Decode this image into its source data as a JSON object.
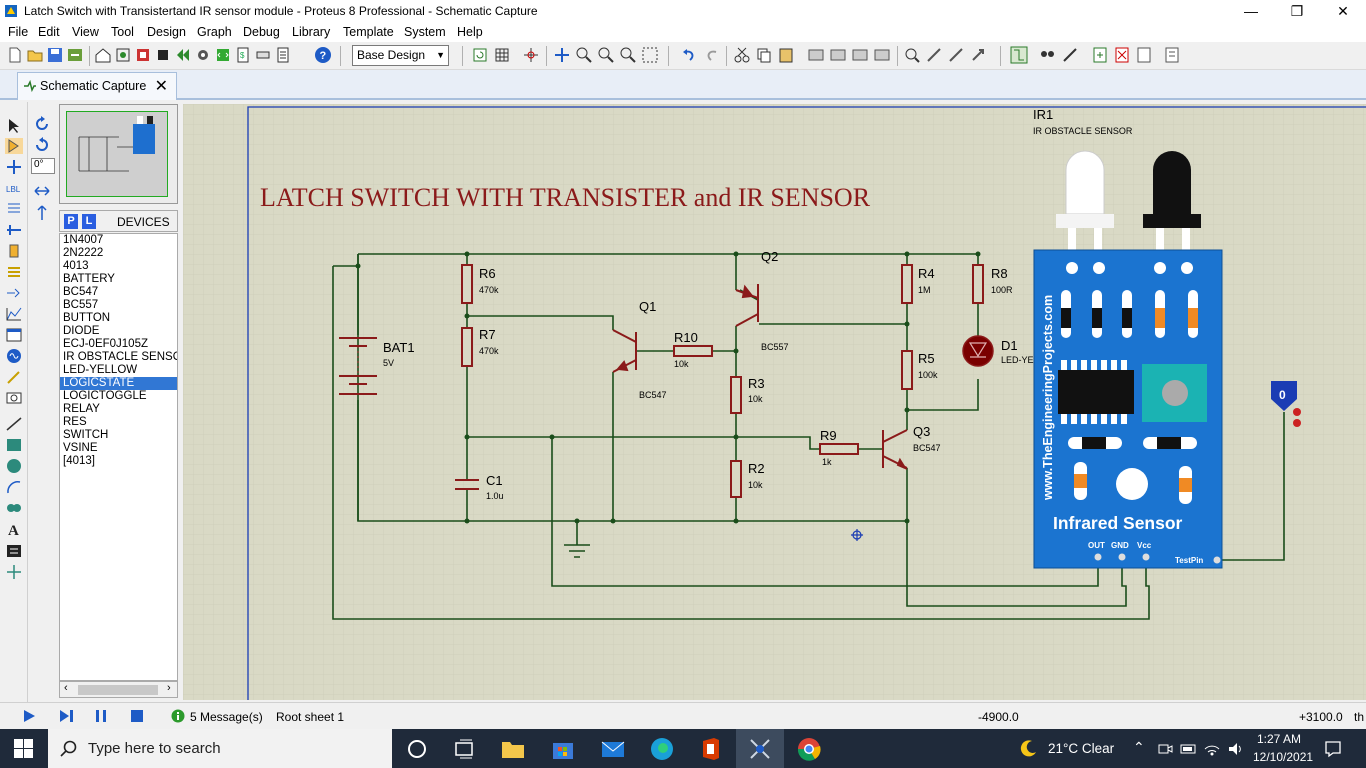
{
  "window": {
    "title": "Latch Switch with Transistertand IR sensor module - Proteus 8 Professional - Schematic Capture",
    "minimize": "—",
    "restore": "❐",
    "close": "✕"
  },
  "menu": [
    "File",
    "Edit",
    "View",
    "Tool",
    "Design",
    "Graph",
    "Debug",
    "Library",
    "Template",
    "System",
    "Help"
  ],
  "toolbar": {
    "design_select": "Base Design"
  },
  "tab": {
    "label": "Schematic Capture",
    "close": "✕"
  },
  "left_panel": {
    "rotation_value": "0°",
    "devices_title": "DEVICES",
    "p_button": "P",
    "l_button": "L",
    "devices": [
      "1N4007",
      "2N2222",
      "4013",
      "BATTERY",
      "BC547",
      "BC557",
      "BUTTON",
      "DIODE",
      "ECJ-0EF0J105Z",
      "IR OBSTACLE SENSOR",
      "LED-YELLOW",
      "LOGICSTATE",
      "LOGICTOGGLE",
      "RELAY",
      "RES",
      "SWITCH",
      "VSINE",
      "[4013]"
    ],
    "selected_device": "LOGICSTATE"
  },
  "schematic": {
    "title": "LATCH SWITCH WITH TRANSISTER and IR SENSOR",
    "bat": {
      "ref": "BAT1",
      "value": "5V"
    },
    "r6": {
      "ref": "R6",
      "value": "470k"
    },
    "r7": {
      "ref": "R7",
      "value": "470k"
    },
    "q1": {
      "ref": "Q1",
      "value": "BC547"
    },
    "r10": {
      "ref": "R10",
      "value": "10k"
    },
    "q2": {
      "ref": "Q2",
      "value": "BC557"
    },
    "r3": {
      "ref": "R3",
      "value": "10k"
    },
    "r2": {
      "ref": "R2",
      "value": "10k"
    },
    "r4": {
      "ref": "R4",
      "value": "1M"
    },
    "r5": {
      "ref": "R5",
      "value": "100k"
    },
    "r8": {
      "ref": "R8",
      "value": "100R"
    },
    "d1": {
      "ref": "D1",
      "value": "LED-YE"
    },
    "r9": {
      "ref": "R9",
      "value": "1k"
    },
    "q3": {
      "ref": "Q3",
      "value": "BC547"
    },
    "c1": {
      "ref": "C1",
      "value": "1.0u"
    },
    "ir": {
      "ref": "IR1",
      "value": "IR OBSTACLE SENSOR",
      "brand": "www.TheEngineeringProjects.com",
      "label": "Infrared Sensor",
      "pin_out": "OUT",
      "pin_gnd": "GND",
      "pin_vcc": "Vcc",
      "testpin": "TestPin"
    },
    "logicstate_value": "0"
  },
  "status": {
    "messages": "5 Message(s)",
    "sheet": "Root sheet 1",
    "coord_x": "-4900.0",
    "coord_y": "+3100.0",
    "unit": "th"
  },
  "taskbar": {
    "search_placeholder": "Type here to search",
    "weather": "21°C  Clear",
    "time": "1:27 AM",
    "date": "12/10/2021"
  }
}
